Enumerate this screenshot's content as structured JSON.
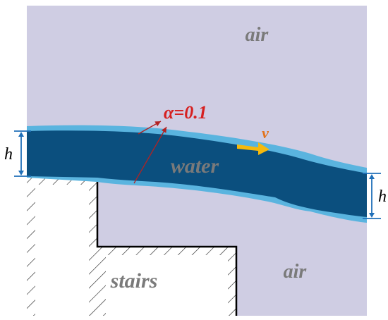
{
  "labels": {
    "air_top": "air",
    "air_bottom": "air",
    "water": "water",
    "stairs": "stairs",
    "alpha": "α=0.1",
    "velocity": "v",
    "h_left": "h",
    "h_right": "h"
  },
  "colors": {
    "air": "#cfcde3",
    "water_core": "#0b4f7e",
    "water_interface": "#5ab4df",
    "wall": "#ffffff",
    "wall_outline": "#000000",
    "alpha_text": "#d62020",
    "alpha_arrow": "#b22222",
    "velocity_arrow": "#f6b90c",
    "velocity_text": "#e2731c",
    "label_gray": "#7a7a7a",
    "h_marker": "#1f6fb8"
  }
}
